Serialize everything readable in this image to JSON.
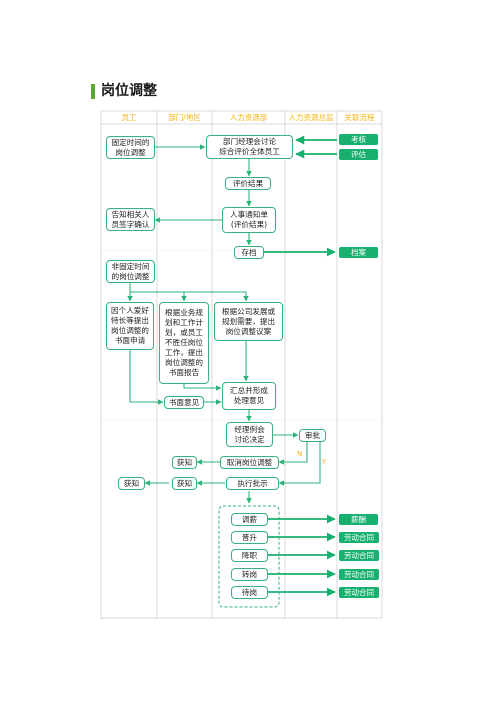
{
  "title": "岗位调整",
  "columns": [
    "员工",
    "部门/地区",
    "人力资源部",
    "人力资源总监",
    "关联流程"
  ],
  "nodes": {
    "fixed_adjust": "固定时间的\n岗位调整",
    "dept_meeting": "部门经理会讨论\n综合评价全体员工",
    "eval_result": "评价结果",
    "notify_sign": "告知相关人\n员签字确认",
    "hr_notice": "人事通知单\n(评价结果)",
    "archive": "存档",
    "nonfixed_adjust": "非固定时间\n的岗位调整",
    "personal_request": "因个人爱好\n特长等提出\n岗位调整的\n书面申请",
    "dept_report": "根据业务规\n划和工作计\n划，或员工\n不胜任岗位\n工作，提出\n岗位调整的\n书面报告",
    "company_proposal": "根据公司发展或\n规划需要，提出\n岗位调整议案",
    "summary": "汇总并形成\n处理意见",
    "written_opinion": "书面意见",
    "manager_meeting": "经理例会\n讨论决定",
    "approve": "审批",
    "informed1": "获知",
    "cancel_adjust": "取消岗位调整",
    "informed2": "获知",
    "informed3": "获知",
    "execute": "执行批示",
    "salary_adjust": "调薪",
    "promote": "晋升",
    "demote": "降职",
    "transfer": "转岗",
    "standby": "待岗"
  },
  "related": {
    "assess": "考核",
    "evaluate": "评估",
    "archive": "档案",
    "salary": "薪酬",
    "contract1": "劳动合同",
    "contract2": "劳动合同",
    "contract3": "劳动合同",
    "contract4": "劳动合同"
  },
  "labels": {
    "no": "N",
    "yes": "Y"
  },
  "colors": {
    "accent": "#17b06f",
    "header": "#f3b41a",
    "border": "#39b27d",
    "title_bar": "#5aa832"
  }
}
